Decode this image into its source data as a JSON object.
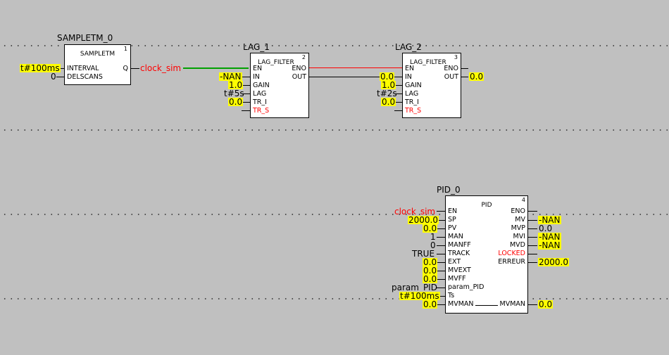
{
  "blocks": {
    "sampletm": {
      "instance": "SAMPLETM_0",
      "type": "SAMPLETM",
      "number": "1",
      "inputs": [
        "INTERVAL",
        "DELSCANS"
      ],
      "outputs": [
        "Q"
      ],
      "input_values": [
        "t#100ms",
        "0"
      ],
      "output_variable": "clock_sim"
    },
    "lag1": {
      "instance": "LAG_1",
      "type": "LAG_FILTER",
      "number": "2",
      "inputs": [
        "EN",
        "IN",
        "GAIN",
        "LAG",
        "TR_I",
        "TR_S"
      ],
      "outputs": [
        "ENO",
        "OUT"
      ],
      "input_values": [
        "-NAN",
        "1.0",
        "t#5s",
        "0.0"
      ]
    },
    "lag2": {
      "instance": "LAG_2",
      "type": "LAG_FILTER",
      "number": "3",
      "inputs": [
        "EN",
        "IN",
        "GAIN",
        "LAG",
        "TR_I",
        "TR_S"
      ],
      "outputs": [
        "ENO",
        "OUT"
      ],
      "input_values": [
        "0.0",
        "1.0",
        "t#2s",
        "0.0"
      ],
      "output_value": "0.0"
    },
    "pid": {
      "instance": "PID_0",
      "type": "PID",
      "number": "4",
      "inputs": [
        "EN",
        "SP",
        "PV",
        "MAN",
        "MANFF",
        "TRACK",
        "EXT",
        "MVEXT",
        "MVFF",
        "param_PID",
        "Ts",
        "MVMAN"
      ],
      "outputs": [
        "ENO",
        "MV",
        "MVP",
        "MVI",
        "MVD",
        "LOCKED",
        "ERREUR",
        "MVMAN"
      ],
      "input_values": [
        "clock_sim",
        "2000.0",
        "0.0",
        "1",
        "0",
        "TRUE",
        "0.0",
        "0.0",
        "0.0",
        "param_PID",
        "t#100ms",
        "0.0"
      ],
      "output_values": [
        "-NAN",
        "0.0",
        "-NAN",
        "-NAN",
        "2000.0",
        "0.0"
      ]
    }
  },
  "colors": {
    "background": "#c0c0c0",
    "highlight": "#ffff00",
    "wire_active": "#00a000",
    "wire_error": "#ff0000",
    "pin_error": "#ff0000"
  }
}
